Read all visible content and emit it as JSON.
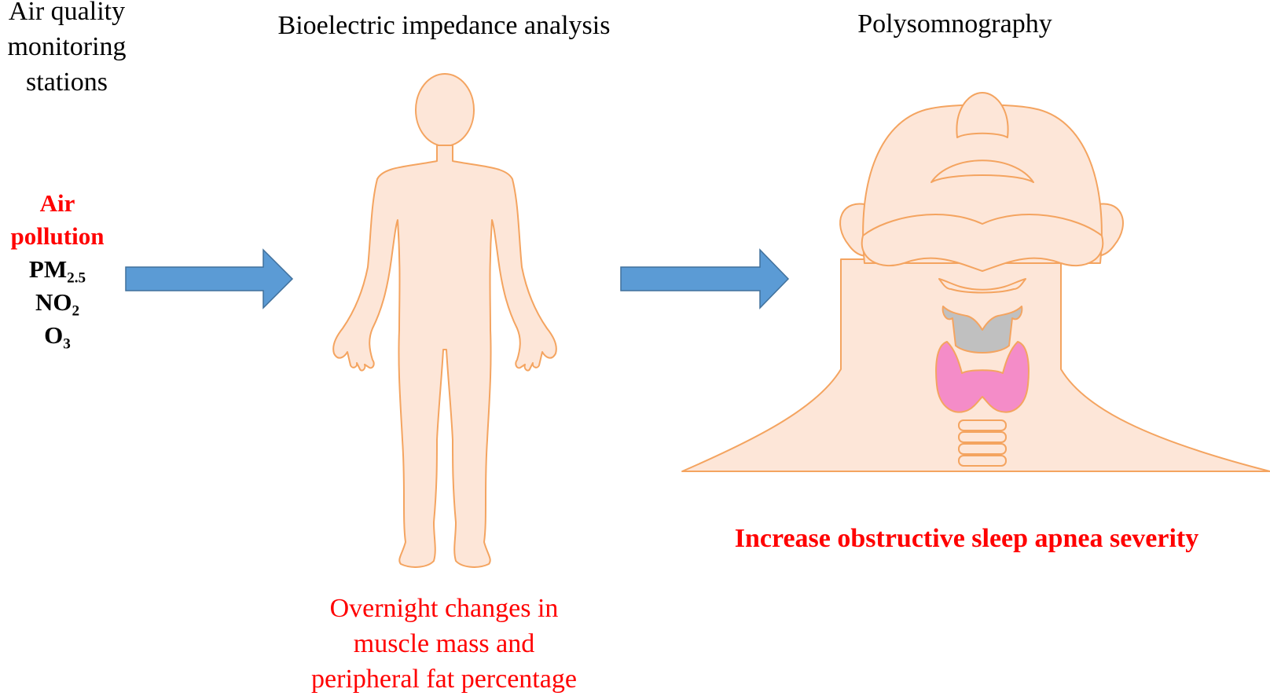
{
  "stations": {
    "lines": [
      "Air quality",
      "monitoring",
      "stations"
    ]
  },
  "pollution": {
    "heading_lines": [
      "Air",
      "pollution"
    ],
    "pm_base": "PM",
    "pm_sub": "2.5",
    "no_base": "NO",
    "no_sub": "2",
    "o_base": "O",
    "o_sub": "3"
  },
  "bia": {
    "title": "Bioelectric impedance analysis",
    "caption_lines": [
      "Overnight changes in",
      "muscle mass and",
      "peripheral fat percentage"
    ]
  },
  "psg": {
    "title": "Polysomnography",
    "result": "Increase obstructive sleep apnea severity"
  },
  "colors": {
    "arrow_fill": "#5b9bd5",
    "skin_fill": "#fde6d8",
    "outline": "#f4a460",
    "thyroid": "#f48cc8",
    "cartilage": "#c0c0c0",
    "accent_red": "#ff0000"
  }
}
